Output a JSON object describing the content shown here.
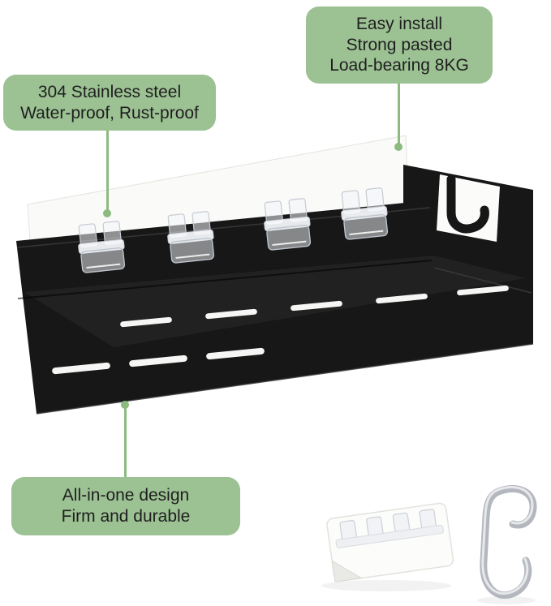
{
  "background": "#ffffff",
  "colors": {
    "callout_bg": "#9cc193",
    "callout_text": "#1f1f1f",
    "connector": "#8cbb80",
    "shelf_black": "#171717",
    "sheet_white": "#fafaf8",
    "slot_white": "#f6f6f4",
    "metal_gray": "#b4b8be"
  },
  "callouts": {
    "install": {
      "lines": [
        "Easy install",
        "Strong pasted",
        "Load-bearing 8KG"
      ]
    },
    "material": {
      "lines": [
        "304 Stainless steel",
        "Water-proof, Rust-proof"
      ]
    },
    "design": {
      "lines": [
        "All-in-one design",
        "Firm and durable"
      ]
    }
  }
}
